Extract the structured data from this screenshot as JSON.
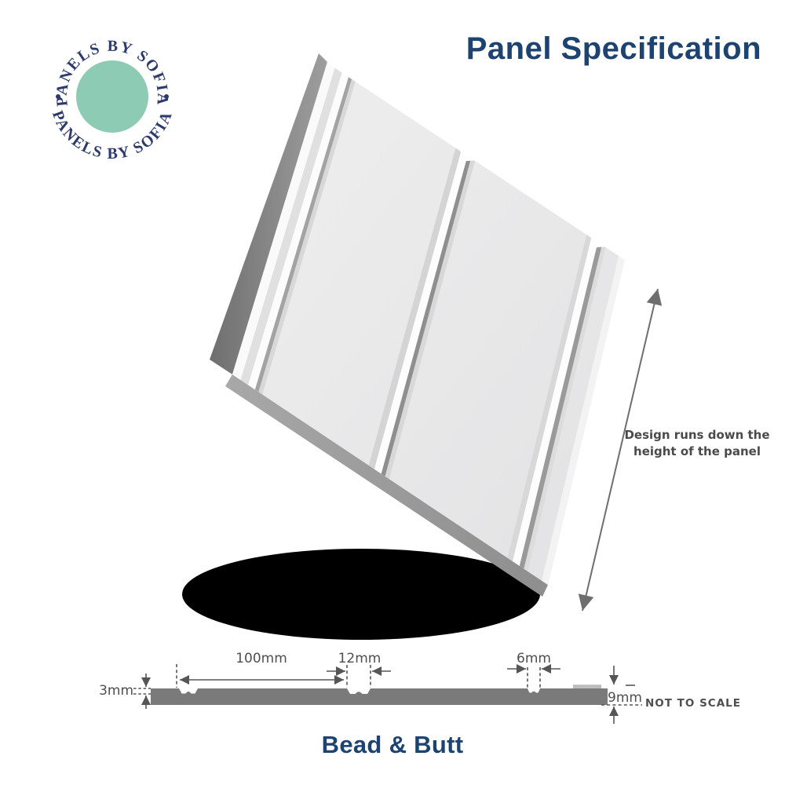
{
  "brand": {
    "arc_top": "PANELS BY SOFIA",
    "arc_bottom": "PANELS BY SOFIA"
  },
  "header": {
    "title": "Panel Specification"
  },
  "hero": {
    "annotation_line1": "Design runs down the",
    "annotation_line2": "height of the panel"
  },
  "cross_section": {
    "flat_width": "100mm",
    "bead_width": "12mm",
    "small_bead_width": "6mm",
    "groove_depth": "3mm",
    "panel_thickness": "9mm",
    "note": "NOT TO SCALE"
  },
  "footer": {
    "style_name": "Bead & Butt"
  },
  "colors": {
    "navy": "#1d4370",
    "logo_navy": "#2c3a6d",
    "logo_green": "#8ecbb4",
    "dimension_gray": "#565656",
    "bar_gray": "#7a7a7a"
  }
}
